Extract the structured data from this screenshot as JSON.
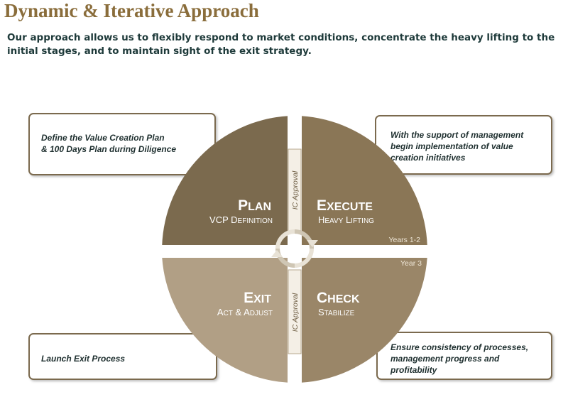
{
  "header": {
    "title": "Dynamic & Iterative Approach",
    "subtitle": "Our approach allows us to flexibly respond to market conditions, concentrate the heavy lifting to the initial stages, and to maintain sight of the exit strategy."
  },
  "callouts": {
    "plan": {
      "lines": [
        "Define the Value Creation  Plan",
        "& 100 Days Plan during Diligence"
      ]
    },
    "execute": {
      "lines": [
        "With the support of management",
        "begin  implementation  of  value",
        "creation initiatives"
      ]
    },
    "exit": {
      "lines": [
        "Launch Exit Process"
      ]
    },
    "check": {
      "lines": [
        "Ensure consistency of processes,",
        "management progress and",
        "profitability"
      ]
    }
  },
  "wheel": {
    "plan": {
      "title_big": "P",
      "title_small": "LAN",
      "sub_big": "VCP D",
      "sub_small": "EFINITION"
    },
    "execute": {
      "title_big": "E",
      "title_small": "XECUTE",
      "sub_big": "H",
      "sub_small": "EAVY",
      "sub_big2": " L",
      "sub_small2": "IFTING"
    },
    "exit": {
      "title_big": "E",
      "title_small": "XIT",
      "sub_big": "A",
      "sub_small": "CT",
      "sub_mid": " & A",
      "sub_small2": "DJUST"
    },
    "check": {
      "title_big": "C",
      "title_small": "HECK",
      "sub_big": "S",
      "sub_small": "TABILIZE"
    },
    "ic_approval_top": "IC Approval",
    "ic_approval_bottom": "IC Approval",
    "years_top": "Years 1-2",
    "years_bottom": "Year 3"
  },
  "colors": {
    "plan": "#7b6a4e",
    "execute": "#8a7656",
    "exit": "#b19f85",
    "check": "#9a8668",
    "title": "#8a6d3b",
    "subtitle": "#1e3a3a"
  }
}
